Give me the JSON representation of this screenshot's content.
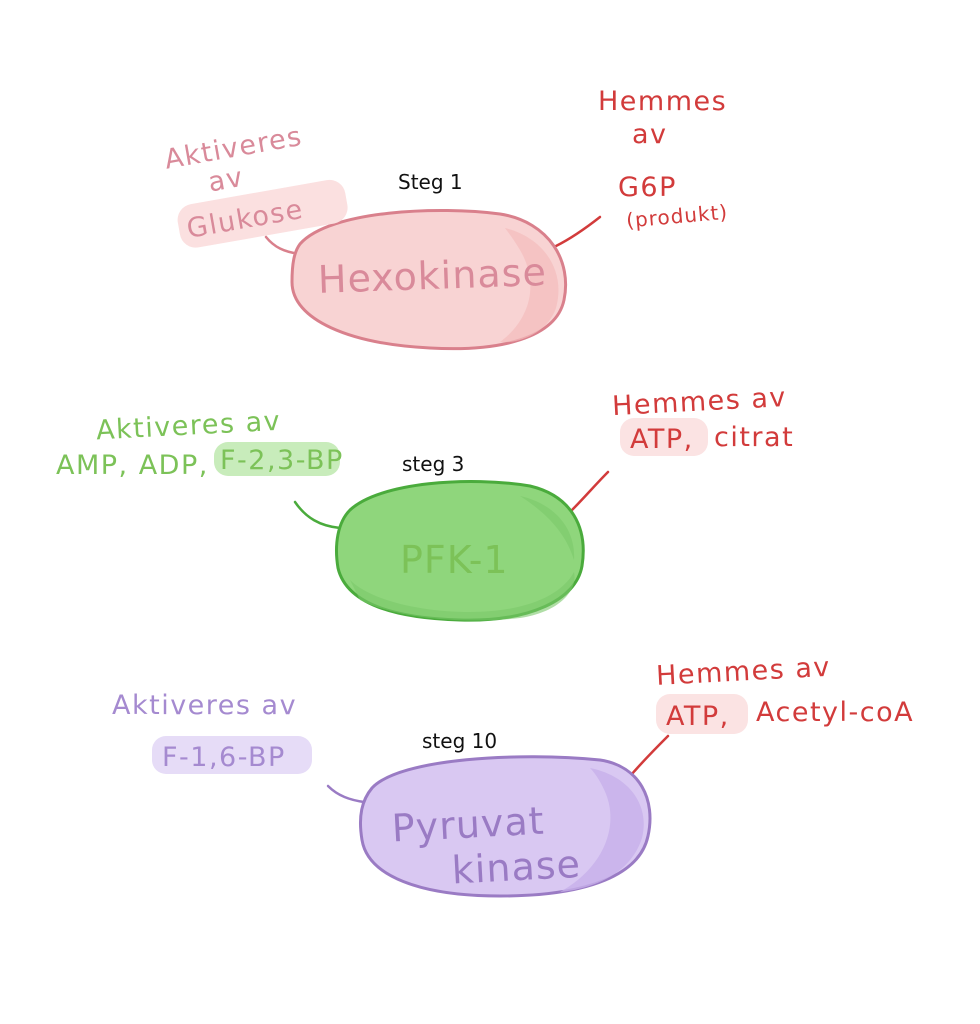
{
  "colors": {
    "pink_fill": "#f8d3d3",
    "pink_stroke": "#d9808c",
    "pink_text": "#d98a9a",
    "pink_highlight": "#fbe0e0",
    "red_text": "#d23b3b",
    "red_highlight": "#fbe3e3",
    "green_fill": "#8fd67c",
    "green_stroke": "#4aab3c",
    "green_text": "#7cc258",
    "green_highlight": "#c8ecbb",
    "purple_fill": "#d9c8f2",
    "purple_stroke": "#9a7bc4",
    "purple_text": "#a58ad0",
    "purple_highlight": "#e6dcf7"
  },
  "hexokinase": {
    "step": "Steg 1",
    "name": "Hexokinase",
    "activated_label_1": "Aktiveres",
    "activated_label_2": "av",
    "activator": "Glukose",
    "inhibited_label_1": "Hemmes",
    "inhibited_label_2": "av",
    "inhibitor": "G6P",
    "inhibitor_note": "(produkt)"
  },
  "pfk1": {
    "step": "steg 3",
    "name": "PFK-1",
    "activated_label": "Aktiveres av",
    "activators": "AMP, ADP,",
    "activator_highlight": "F-2,3-BP",
    "inhibited_label": "Hemmes av",
    "inhibitor_highlight": "ATP,",
    "inhibitor_rest": "citrat"
  },
  "pyruvate_kinase": {
    "step": "steg 10",
    "name_line1": "Pyruvat",
    "name_line2": "kinase",
    "activated_label": "Aktiveres av",
    "activator_highlight": "F-1,6-BP",
    "inhibited_label": "Hemmes av",
    "inhibitor_highlight": "ATP,",
    "inhibitor_rest": "Acetyl-coA"
  }
}
